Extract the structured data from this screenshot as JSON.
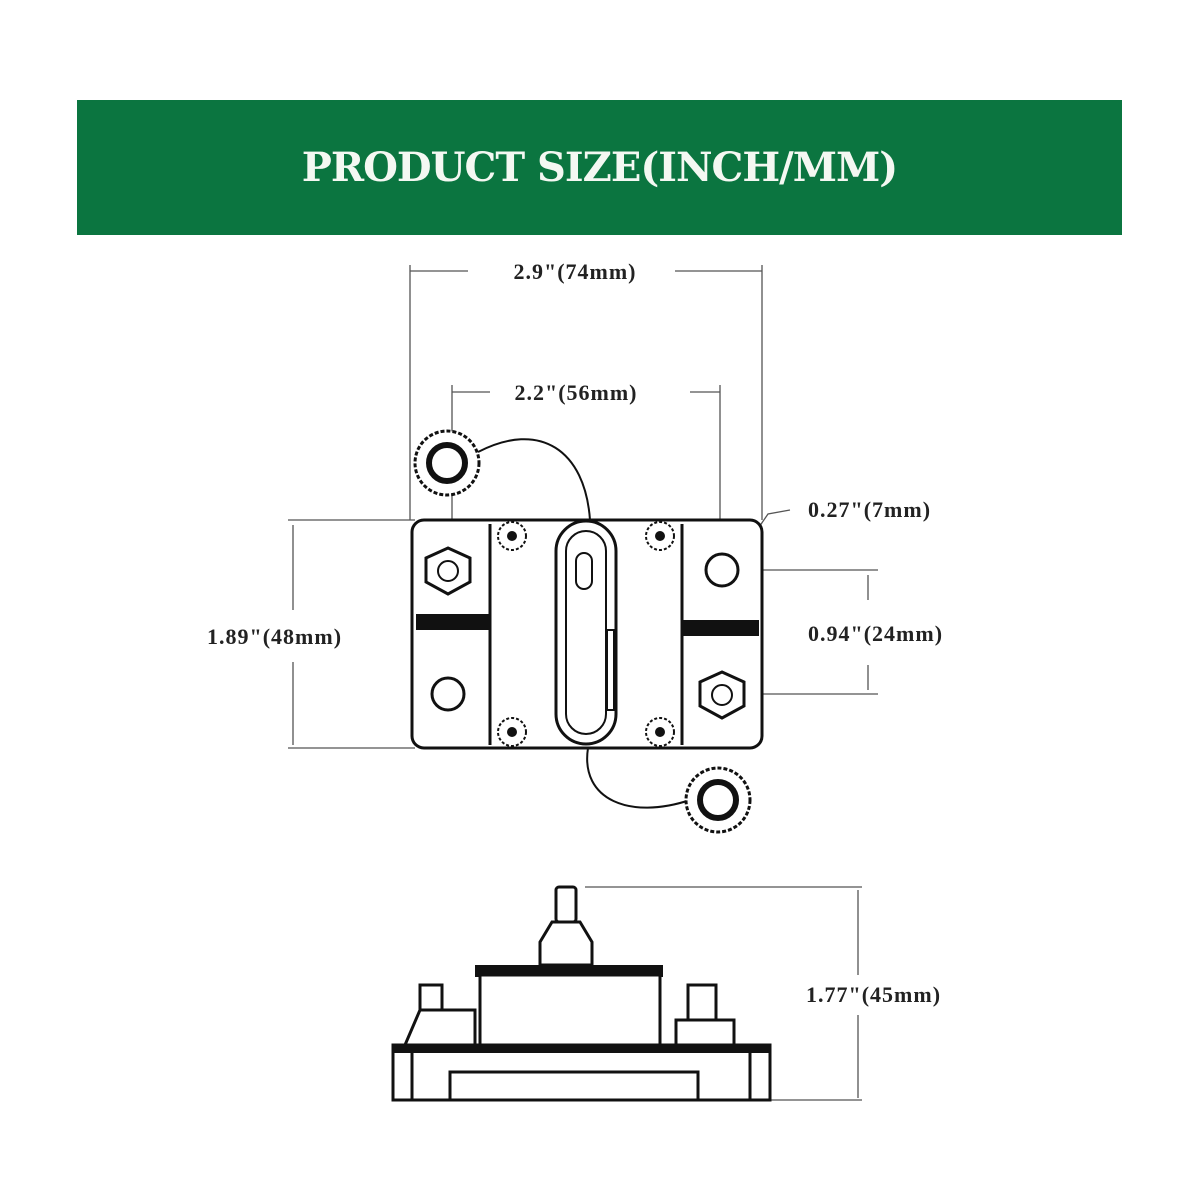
{
  "title": "PRODUCT SIZE(INCH/MM)",
  "colors": {
    "banner": "#0b7540",
    "title_text": "#f4f8f2"
  },
  "dimensions": {
    "overall_width": "2.9\"(74mm)",
    "stud_spacing": "2.2\"(56mm)",
    "hole_diameter": "0.27\"(7mm)",
    "body_height": "1.89\"(48mm)",
    "stud_offset": "0.94\"(24mm)",
    "total_height": "1.77\"(45mm)"
  }
}
